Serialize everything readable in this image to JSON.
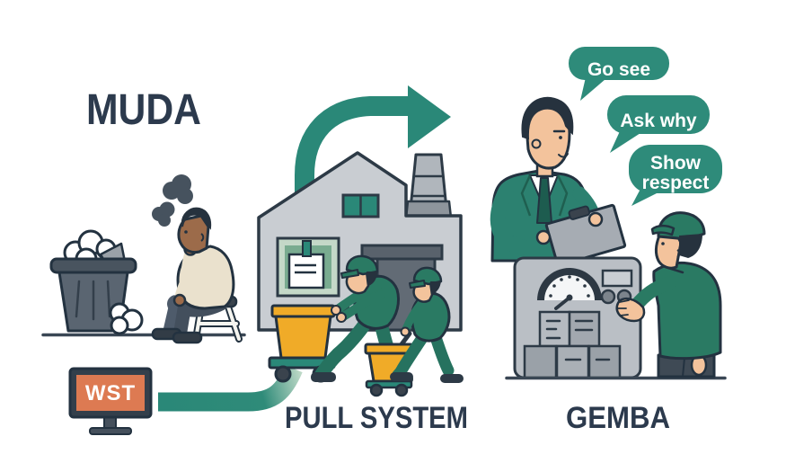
{
  "illustration": {
    "muda": {
      "title": "MUDA",
      "sign_label": "WST"
    },
    "pull_system": {
      "title": "PULL SYSTEM"
    },
    "gemba": {
      "title": "GEMBA",
      "bubbles": {
        "go_see": "Go see",
        "ask_why": "Ask why",
        "show_respect": "Show respect",
        "show_respect_line1": "Show",
        "show_respect_line2": "respect"
      }
    }
  },
  "palette": {
    "ink_outline": "#233240",
    "heading_text": "#2c3a4d",
    "teal_accent": "#2a8878",
    "speech_bubble_teal": "#2e8b7a",
    "worker_green": "#2a7a63",
    "worker_green_dark": "#26725f",
    "suit_green": "#2c8170",
    "tie_green": "#1d5c4f",
    "sign_orange": "#dd7a52",
    "bin_yellow": "#f0ab28",
    "factory_gray": "#c9cdd2",
    "machine_gray": "#babfc5",
    "trash_slate": "#5a6571",
    "smoke_slate": "#46525e",
    "skin_light": "#f3c39c",
    "skin_dark": "#9c6b4a",
    "sweater_beige": "#eae1cd",
    "pants_slate": "#4e5b6b",
    "white": "#ffffff"
  }
}
